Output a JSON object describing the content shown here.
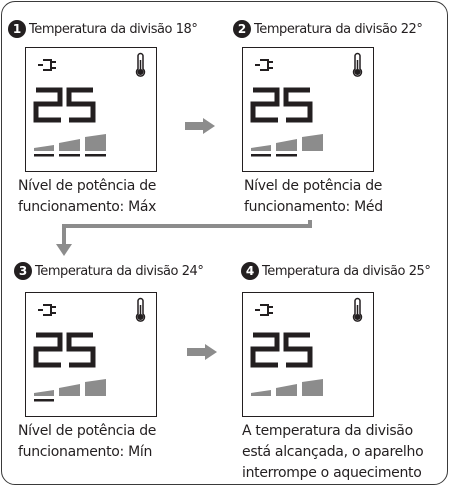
{
  "panels": [
    {
      "number": "1",
      "heading": "Temperatura da divisão 18°",
      "display_value": "25",
      "power_level": "3 of 3",
      "caption_lines": [
        "Nível de potência de",
        "funcionamento: Máx"
      ]
    },
    {
      "number": "2",
      "heading": "Temperatura da divisão 22°",
      "display_value": "25",
      "power_level": "2 of 3",
      "caption_lines": [
        "Nível de potência de",
        "funcionamento: Méd"
      ]
    },
    {
      "number": "3",
      "heading": "Temperatura da divisão 24°",
      "display_value": "25",
      "power_level": "1 of 3",
      "caption_lines": [
        "Nível de potência de",
        "funcionamento: Mín"
      ]
    },
    {
      "number": "4",
      "heading": "Temperatura da divisão 25°",
      "display_value": "25",
      "power_level": "0 of 3",
      "caption_lines": [
        "A temperatura da divisão",
        "está alcançada, o aparelho",
        "interrompe o aquecimento"
      ]
    }
  ],
  "icons": [
    "plug-icon",
    "thermometer-icon",
    "arrow-right-icon",
    "arrow-elbow-icon"
  ],
  "colors": {
    "ink": "#231f20",
    "arrow_gray": "#8c8c8c",
    "bar_gray": "#8c8c8c"
  }
}
